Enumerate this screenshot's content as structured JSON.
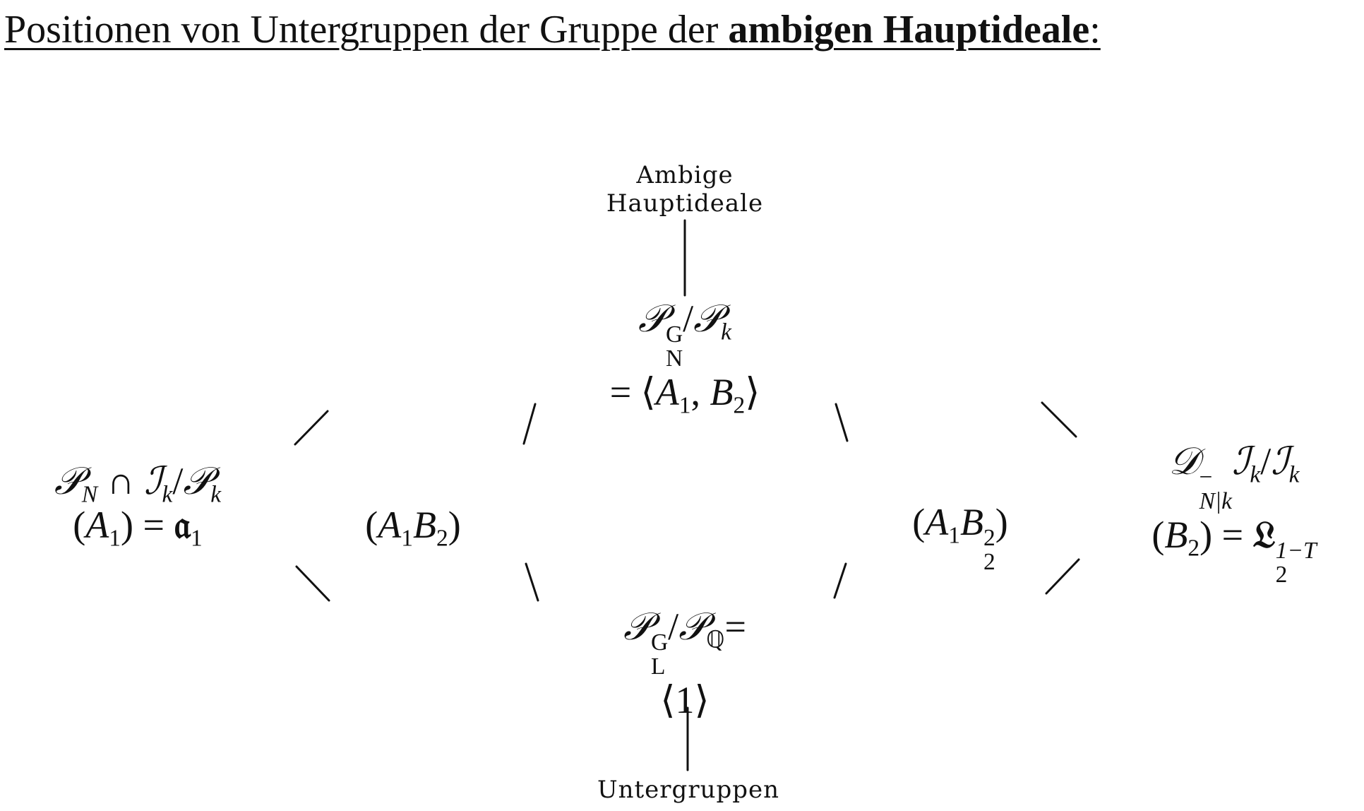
{
  "heading": {
    "prefix": "Positionen von Untergruppen der Gruppe der ",
    "bold": "ambigen Hauptideale",
    "suffix": ":"
  },
  "top_label": {
    "line1": "Ambige",
    "line2": "Hauptideale"
  },
  "bottom_label": "Untergruppen",
  "nodes": {
    "top": {
      "line1": {
        "P": "𝒫",
        "sup": "G",
        "sub": "N",
        "slash": "/",
        "P2": "𝒫",
        "sub2": "k"
      },
      "line2": {
        "eq": "=",
        "open": "⟨",
        "A": "A",
        "A_sub": "1",
        "comma": ",",
        "B": "B",
        "B_sub": "2",
        "close": "⟩"
      }
    },
    "left": {
      "line1": {
        "P": "𝒫",
        "sub": "N",
        "cap": "∩",
        "I": "ℐ",
        "I_sub": "k",
        "slash": "/",
        "P2": "𝒫",
        "sub2": "k"
      },
      "line2": {
        "open": "(",
        "A": "A",
        "A_sub": "1",
        "close": ")",
        "eq": "=",
        "frak": "𝔞",
        "frak_sub": "1"
      }
    },
    "mid_left": {
      "open": "(",
      "A": "A",
      "A_sub": "1",
      "B": "B",
      "B_sub": "2",
      "close": ")"
    },
    "mid_right": {
      "open": "(",
      "A": "A",
      "A_sub": "1",
      "B": "B",
      "B_sup": "2",
      "B_sub": "2",
      "close": ")"
    },
    "right": {
      "line1": {
        "D": "𝒟",
        "sup": "−",
        "sub": "N|k",
        "I": "ℐ",
        "I_sub": "k",
        "slash": "/",
        "I2": "ℐ",
        "I2_sub": "k"
      },
      "line2": {
        "open": "(",
        "B": "B",
        "B_sub": "2",
        "close": ")",
        "eq": "=",
        "L": "𝔏",
        "L_sup": "1−T",
        "L_sub": "2"
      }
    },
    "bottom": {
      "line1": {
        "P": "𝒫",
        "sup": "G",
        "sub": "L",
        "slash": "/",
        "P2": "𝒫",
        "sub2": "ℚ",
        "eq": "="
      },
      "line2": {
        "open": "⟨",
        "one": "1",
        "close": "⟩"
      }
    }
  }
}
